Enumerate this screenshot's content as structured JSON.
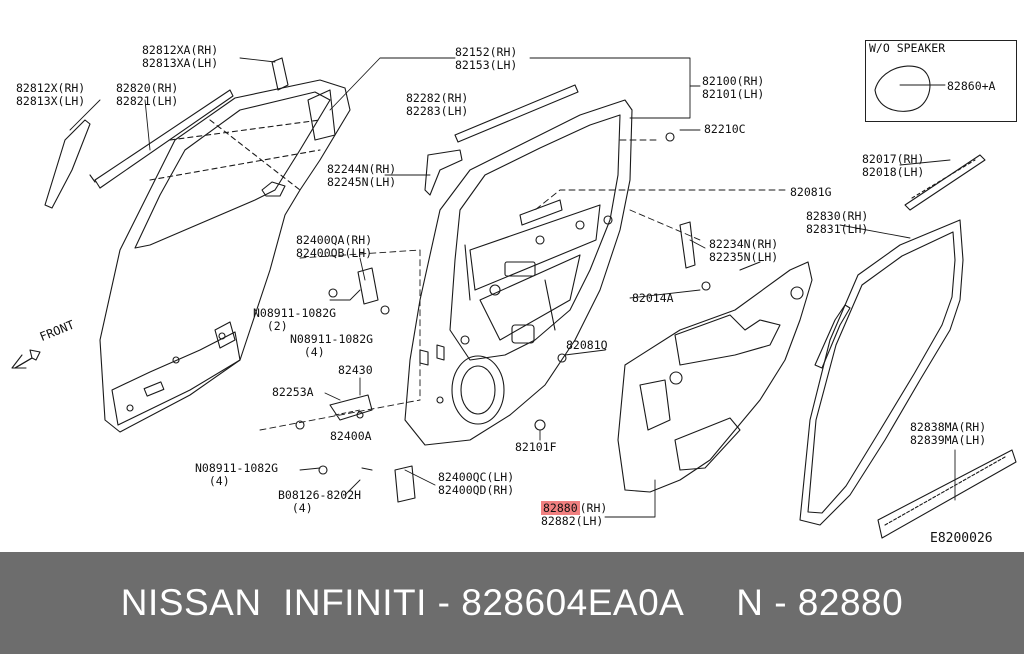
{
  "diagram": {
    "code": "E8200026",
    "front_label": "FRONT",
    "wo_speaker": {
      "title": "W/O SPEAKER",
      "part": "82860+A"
    },
    "labels": {
      "p82812XA": [
        "82812XA(RH)",
        "82813XA(LH)"
      ],
      "p82812X": [
        "82812X(RH)",
        "82813X(LH)"
      ],
      "p82820": [
        "82820(RH)",
        "82821(LH)"
      ],
      "p82152": [
        "82152(RH)",
        "82153(LH)"
      ],
      "p82282": [
        "82282(RH)",
        "82283(LH)"
      ],
      "p82100": [
        "82100(RH)",
        "82101(LH)"
      ],
      "p82210C": [
        "82210C"
      ],
      "p82244N": [
        "82244N(RH)",
        "82245N(LH)"
      ],
      "p82017": [
        "82017(RH)",
        "82018(LH)"
      ],
      "p82081G": [
        "82081G"
      ],
      "p82830": [
        "82830(RH)",
        "82831(LH)"
      ],
      "p82400QA": [
        "82400QA(RH)",
        "82400QB(LH)"
      ],
      "p82234N": [
        "82234N(RH)",
        "82235N(LH)"
      ],
      "p82014A": [
        "82014A"
      ],
      "p08911a": [
        "N08911-1082G",
        "(2)"
      ],
      "p08911b": [
        "N08911-1082G",
        "(4)"
      ],
      "p82081Q": [
        "82081Q"
      ],
      "p82430": [
        "82430"
      ],
      "p82253A": [
        "82253A"
      ],
      "p82400A": [
        "82400A"
      ],
      "p82101F": [
        "82101F"
      ],
      "p08911c": [
        "N08911-1082G",
        "(4)"
      ],
      "p82400QC": [
        "82400QC(LH)",
        "82400QD(RH)"
      ],
      "p08126": [
        "B08126-8202H",
        "(4)"
      ],
      "p82838MA": [
        "82838MA(RH)",
        "82839MA(LH)"
      ],
      "p82880": [
        "82880",
        "(RH)",
        "82882(LH)"
      ]
    }
  },
  "footer": {
    "text": "NISSAN  INFINITI - 828604EA0A     N - 82880"
  }
}
